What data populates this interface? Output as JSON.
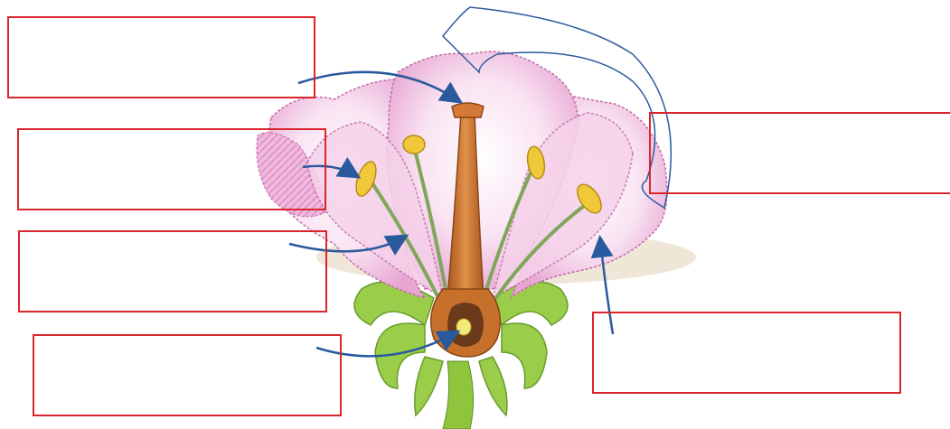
{
  "colors": {
    "box_border": "#d9262c",
    "arrow": "#2a5a9e",
    "petal": "#f2c4e4",
    "petal_edge": "#c0559e",
    "pistil": "#c7702c",
    "ovary": "#6b3a1a",
    "ovule": "#f3ea7a",
    "anther": "#f0c93a",
    "filament": "#7fa65a",
    "sepal": "#9acd4a"
  },
  "label_boxes": [
    {
      "id": "box-stigma",
      "text": ""
    },
    {
      "id": "box-anther",
      "text": ""
    },
    {
      "id": "box-filament",
      "text": ""
    },
    {
      "id": "box-ovary",
      "text": ""
    },
    {
      "id": "box-petals",
      "text": ""
    },
    {
      "id": "box-petal",
      "text": ""
    }
  ]
}
